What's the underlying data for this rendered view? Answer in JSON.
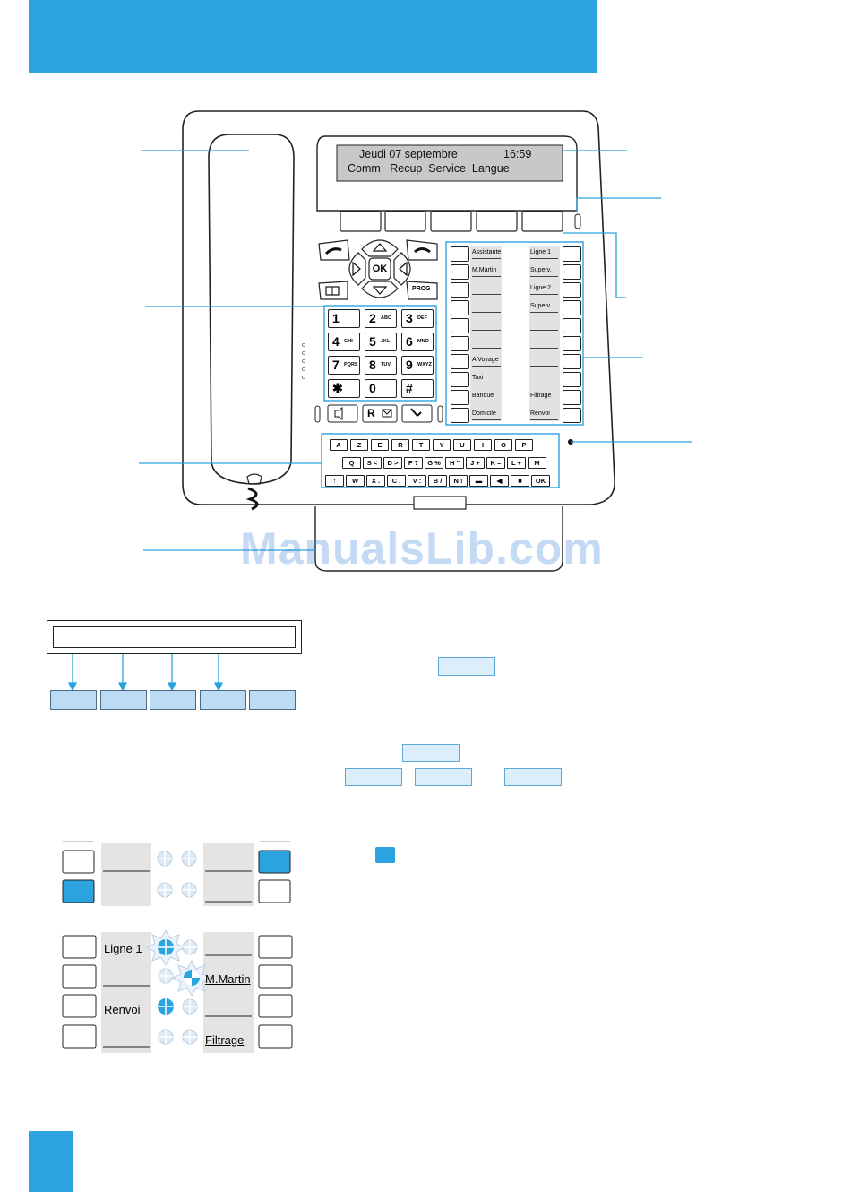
{
  "lcd": {
    "line1_left": "Jeudi 07 septembre",
    "line1_right": "16:59",
    "line2": "Comm   Recup  Service  Langue"
  },
  "nav": {
    "ok_label": "OK",
    "prog_label": "PROG"
  },
  "dialpad": [
    {
      "digit": "1",
      "letters": ""
    },
    {
      "digit": "2",
      "letters": "ABC"
    },
    {
      "digit": "3",
      "letters": "DEF"
    },
    {
      "digit": "4",
      "letters": "GHI"
    },
    {
      "digit": "5",
      "letters": "JKL"
    },
    {
      "digit": "6",
      "letters": "MNO"
    },
    {
      "digit": "7",
      "letters": "PQRS"
    },
    {
      "digit": "8",
      "letters": "TUV"
    },
    {
      "digit": "9",
      "letters": "WXYZ"
    },
    {
      "digit": "✱",
      "letters": ""
    },
    {
      "digit": "0",
      "letters": ""
    },
    {
      "digit": "#",
      "letters": ""
    }
  ],
  "r_key_label": "R",
  "prog_keys": {
    "left": [
      "Assistante",
      "M.Martin",
      "",
      "",
      "",
      "",
      "A Voyage",
      "Taxi",
      "Banque",
      "Domicile"
    ],
    "right": [
      "Ligne 1",
      "Superv.",
      "Ligne 2",
      "Superv.",
      "",
      "",
      "",
      "",
      "Filtrage",
      "Renvoi"
    ]
  },
  "keyboard": {
    "row1": [
      "A",
      "Z",
      "E",
      "R",
      "T",
      "Y",
      "U",
      "I",
      "O",
      "P"
    ],
    "row2": [
      "Q",
      "S <",
      "D >",
      "F ?",
      "G %",
      "H \"",
      "J +",
      "K =",
      "L +",
      "M"
    ],
    "row3": [
      "↑",
      "W",
      "X .",
      "C ,",
      "V :",
      "B /",
      "N !",
      "▬",
      "◀",
      "■",
      "OK"
    ]
  },
  "led_diagram": {
    "left_labels": [
      "Ligne 1",
      "",
      "Renvoi",
      ""
    ],
    "right_labels": [
      "",
      "M.Martin",
      "",
      "Filtrage"
    ]
  },
  "watermark": "ManualsLib.com",
  "colors": {
    "accent": "#2aa3df",
    "light_blue": "#bcdcf3",
    "lcd_gray": "#c8c8c8"
  }
}
